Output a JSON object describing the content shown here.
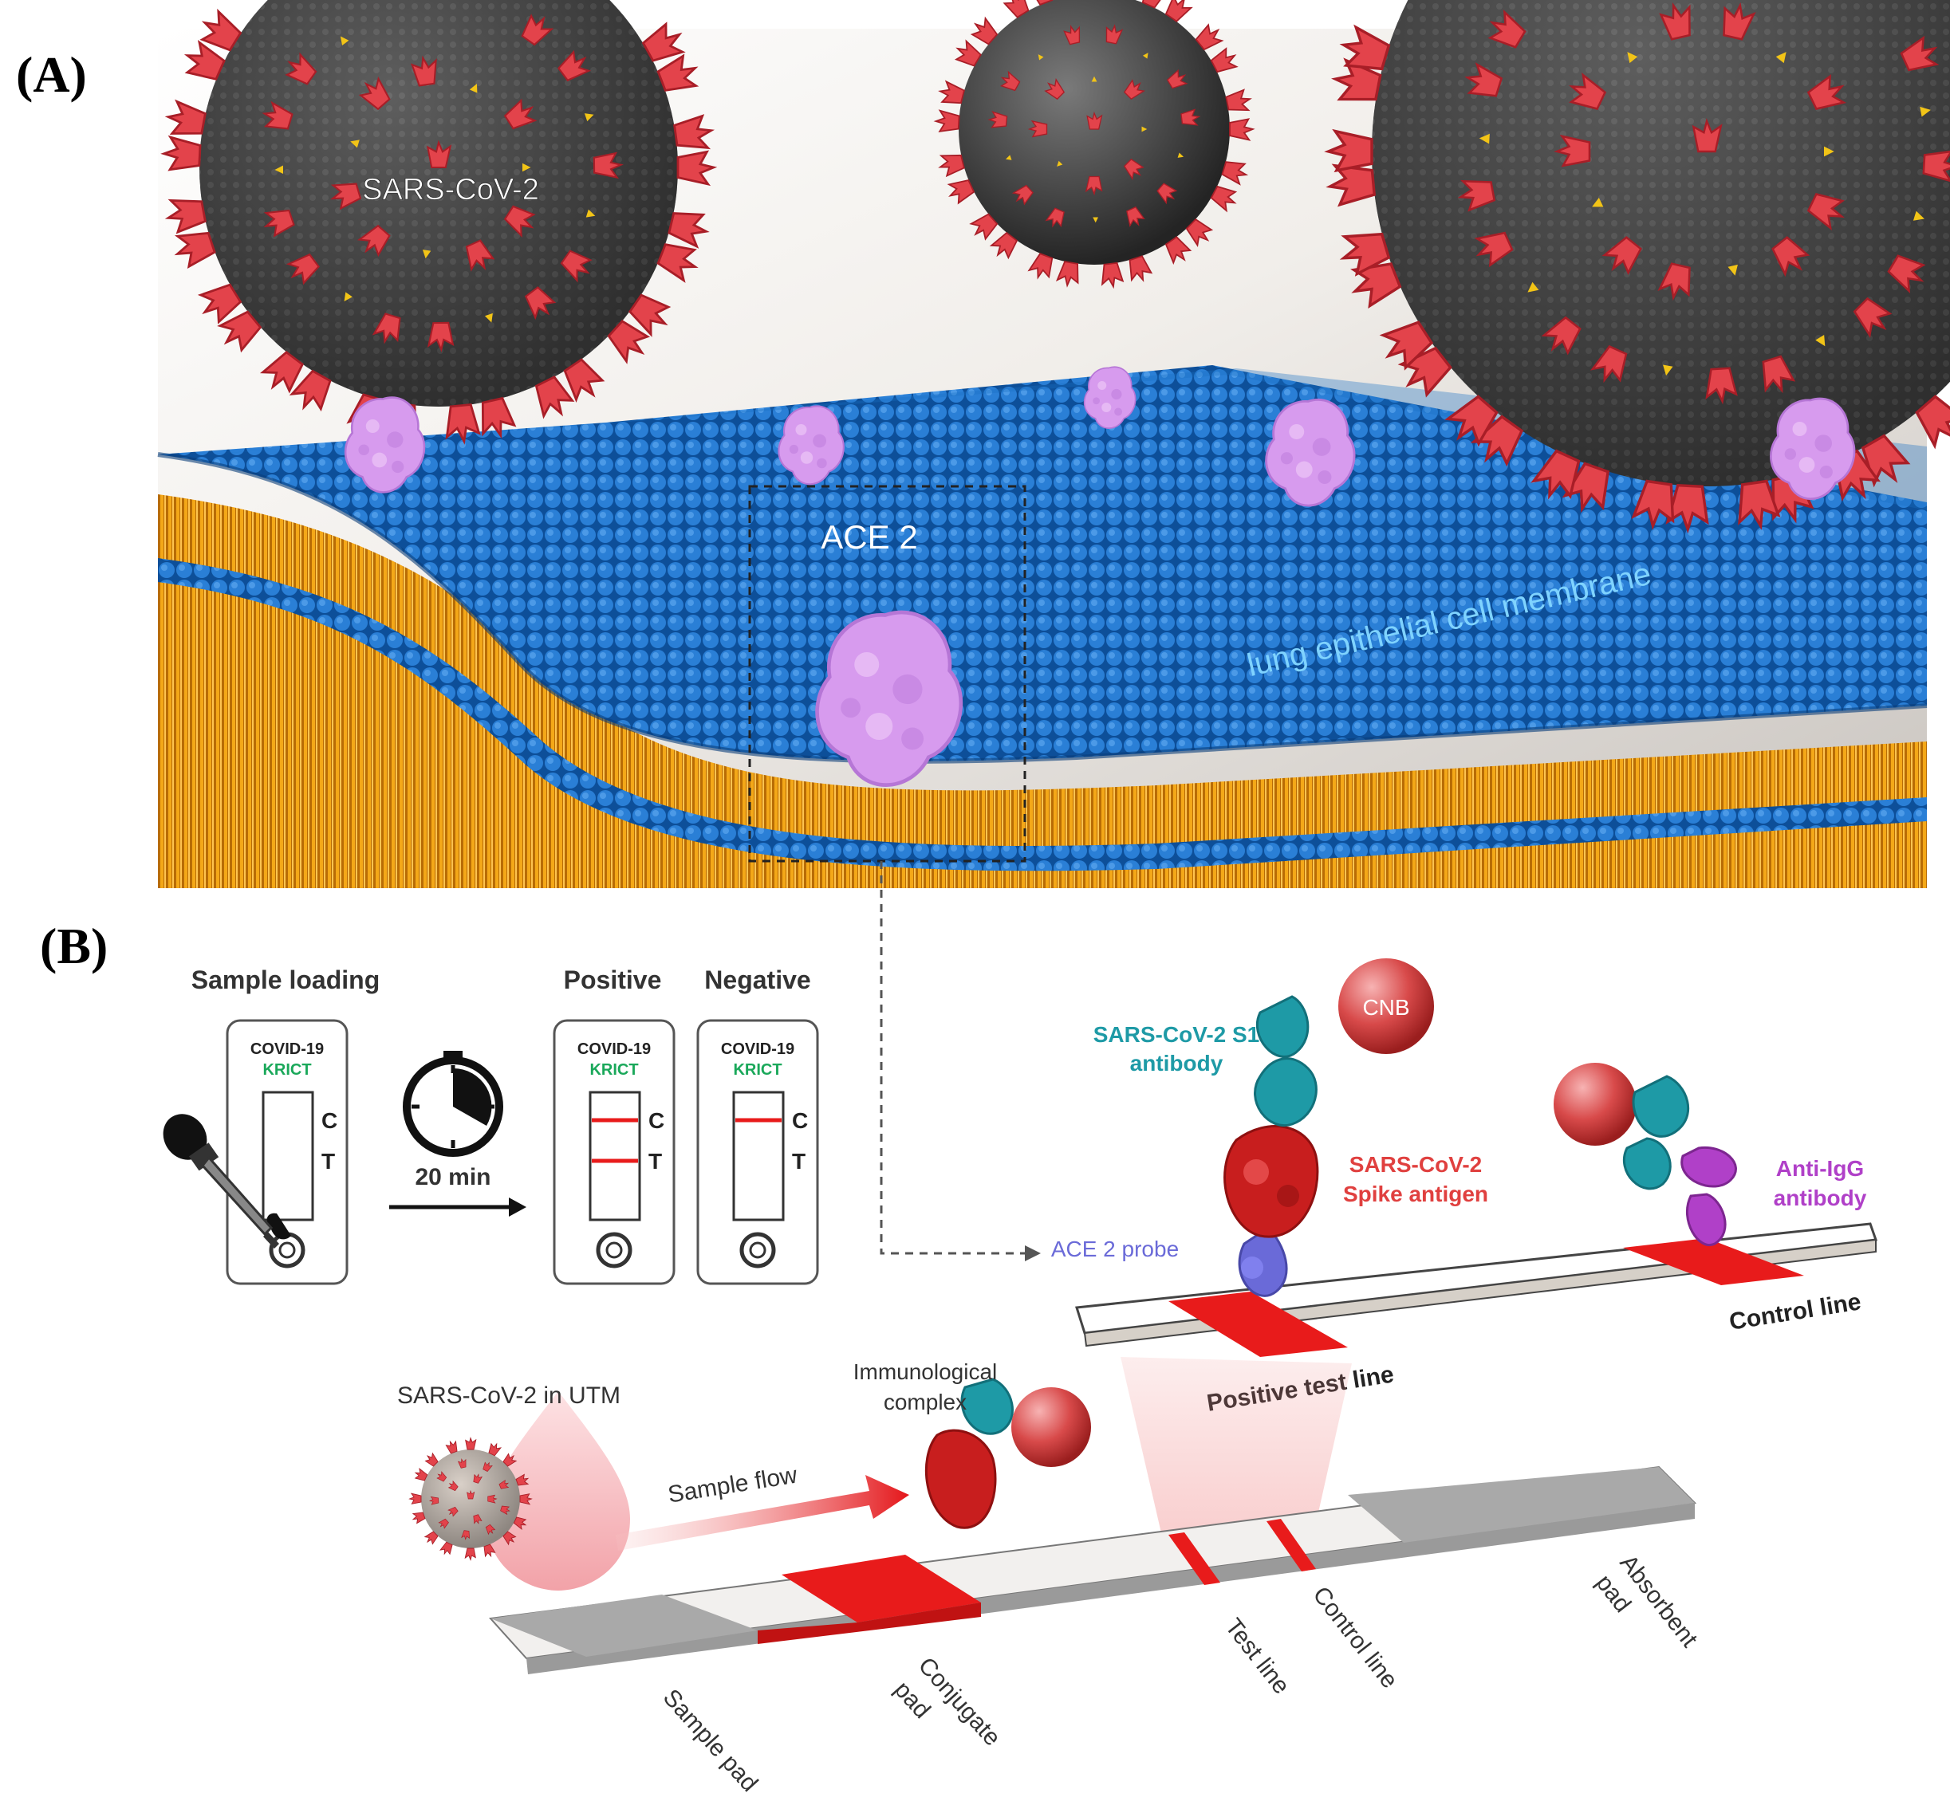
{
  "panels": {
    "a": {
      "label": "(A)"
    },
    "b": {
      "label": "(B)"
    }
  },
  "scene_a": {
    "virus_label": "SARS-CoV-2",
    "ace2_label": "ACE 2",
    "membrane_label": "lung epithelial cell membrane"
  },
  "workflow": {
    "sample_loading": "Sample loading",
    "positive": "Positive",
    "negative": "Negative",
    "cassette_brand": "COVID-19",
    "cassette_sub": "KRICT",
    "c_mark": "C",
    "t_mark": "T",
    "timer": "20 min"
  },
  "assay": {
    "cnb": "CNB",
    "s1_antibody_line1": "SARS-CoV-2 S1",
    "s1_antibody_line2": "antibody",
    "spike_line1": "SARS-CoV-2",
    "spike_line2": "Spike antigen",
    "anti_igg_line1": "Anti-IgG",
    "anti_igg_line2": "antibody",
    "ace2_probe": "ACE 2 probe",
    "control_line_top": "Control line",
    "positive_test_line": "Positive test line",
    "immuno_line1": "Immunological",
    "immuno_line2": "complex",
    "sample_in_utm": "SARS-CoV-2 in UTM",
    "sample_flow": "Sample flow"
  },
  "strip_labels": {
    "sample_pad": "Sample pad",
    "conjugate_line1": "Conjugate",
    "conjugate_line2": "pad",
    "test_line": "Test line",
    "control_line": "Control line",
    "absorbent_line1": "Absorbent",
    "absorbent_line2": "pad"
  },
  "colors": {
    "membrane_blue": "#1a6fc2",
    "lipid_orange": "#f2a20c",
    "ace2_pink": "#d79bee",
    "spike_red": "#e3434b",
    "virus_core": "#4a4a4a",
    "line_red": "#e81b1b",
    "teal": "#1e9aa6",
    "purple": "#b040c8",
    "probe_blue": "#6a6ad8"
  }
}
